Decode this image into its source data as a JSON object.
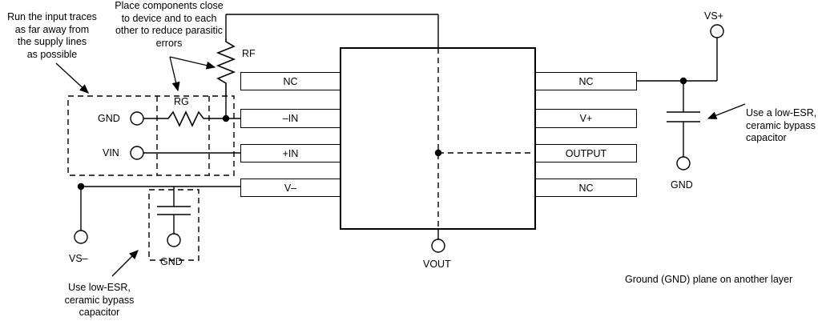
{
  "diagram": {
    "title": "Operational amplifier PCB layout recommendation schematic",
    "ic": {
      "label": ""
    },
    "notes": {
      "input_traces": "Run the input traces\nas far away from\nthe supply lines\nas possible",
      "place_components": "Place components close\nto device and to each\nother to reduce parasitic\nerrors",
      "bypass_right": "Use a low-ESR,\nceramic bypass\ncapacitor",
      "bypass_left": "Use low-ESR,\nceramic bypass\ncapacitor",
      "ground_plane": "Ground (GND) plane on another layer"
    },
    "components": {
      "rf_label": "RF",
      "rg_label": "RG"
    },
    "pins_left": [
      {
        "label": "NC"
      },
      {
        "label": "–IN"
      },
      {
        "label": "+IN"
      },
      {
        "label": "V–"
      }
    ],
    "pins_right": [
      {
        "label": "NC"
      },
      {
        "label": "V+"
      },
      {
        "label": "OUTPUT"
      },
      {
        "label": "NC"
      }
    ],
    "terminals": {
      "gnd_input": "GND",
      "vin": "VIN",
      "vs_minus": "VS–",
      "gnd_left_cap": "GND",
      "vout": "VOUT",
      "vs_plus": "VS+",
      "gnd_right_cap": "GND"
    },
    "colors": {
      "line": "#000000",
      "background": "#ffffff",
      "text": "#000000",
      "terminal_fill": "#ffffff"
    }
  }
}
